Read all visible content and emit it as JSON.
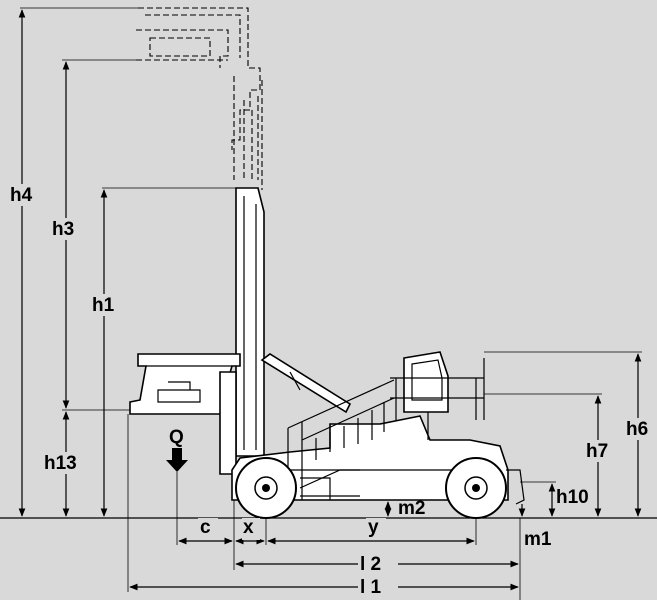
{
  "labels": {
    "h4": "h4",
    "h3": "h3",
    "h1": "h1",
    "h13": "h13",
    "Q": "Q",
    "h6": "h6",
    "h7": "h7",
    "h10": "h10",
    "m2": "m2",
    "m1": "m1",
    "c": "c",
    "x": "x",
    "y": "y",
    "l2": "l 2",
    "l1": "l 1"
  },
  "colors": {
    "background": "#d9d9d9",
    "line": "#000000",
    "machine_fill": "#ffffff"
  }
}
